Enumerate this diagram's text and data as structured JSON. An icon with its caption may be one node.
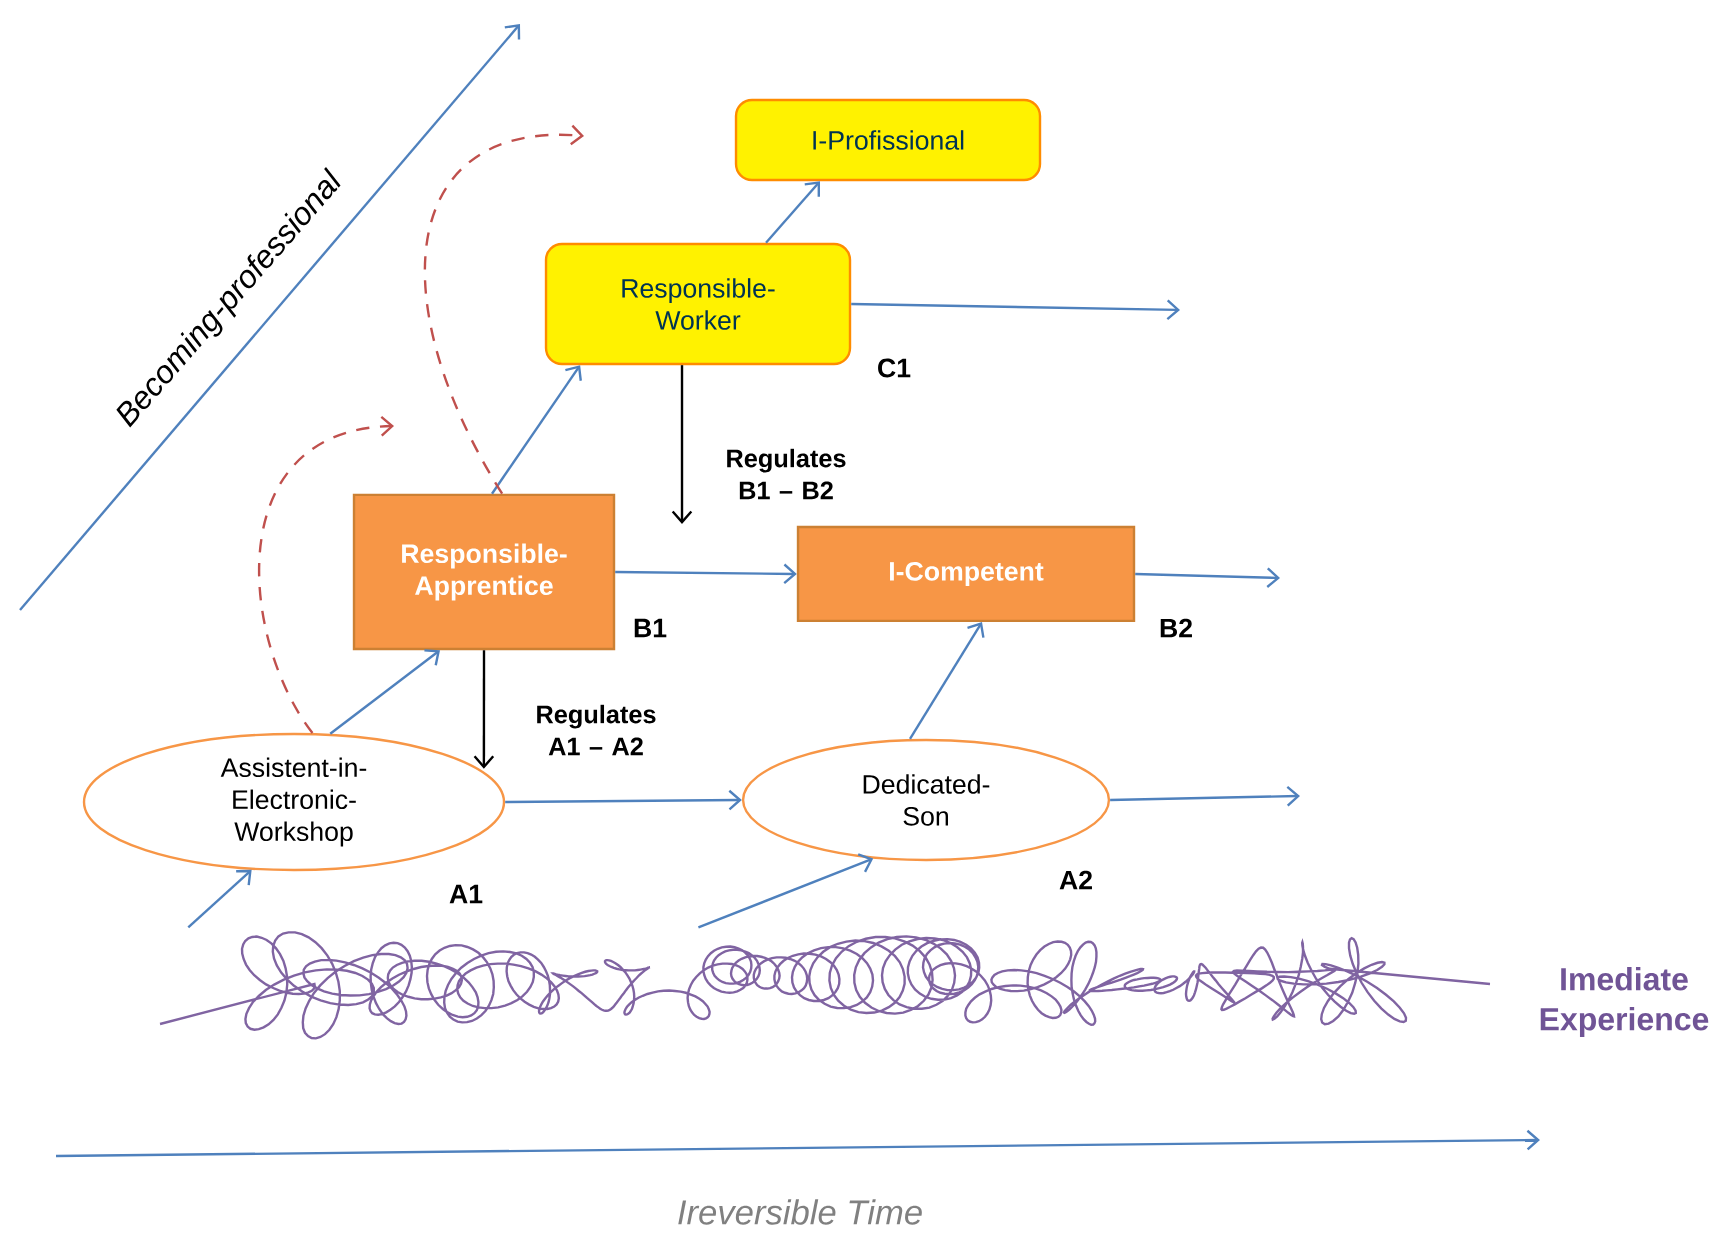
{
  "diagram": {
    "nodes": [
      {
        "text": [
          "I-Profissional"
        ]
      },
      {
        "text": [
          "Responsible-Worker"
        ],
        "beside": [
          "C1"
        ]
      },
      {
        "text": [
          "Responsible-Apprentice"
        ],
        "beside": [
          "B1"
        ]
      },
      {
        "text": [
          "I-Competent"
        ],
        "beside": [
          "B2"
        ]
      },
      {
        "text": [
          "Assistent-in-Electronic-Workshop"
        ],
        "beside": [
          "A1"
        ]
      },
      {
        "text": [
          "Dedicated-Son"
        ],
        "beside": [
          "A2"
        ]
      },
      {
        "text": [],
        "shape": "picture"
      }
    ],
    "edges": [
      {
        "from": 4,
        "to": 5,
        "arrow": "to"
      },
      {
        "from": 4,
        "to": 2,
        "arrow": "to"
      },
      {
        "from": 2,
        "to": 3,
        "arrow": "to"
      },
      {
        "from": 2,
        "to": 1,
        "arrow": "to"
      },
      {
        "from": 1,
        "to": 0,
        "arrow": "to"
      },
      {
        "from": 5,
        "to": 3,
        "arrow": "to"
      },
      {
        "from": 1,
        "to": null,
        "arrow": "to"
      },
      {
        "from": 3,
        "to": null,
        "arrow": "to"
      },
      {
        "from": 5,
        "to": null,
        "arrow": "to"
      },
      {
        "from": 6,
        "to": 4,
        "arrow": "to"
      },
      {
        "from": 6,
        "to": 5,
        "arrow": "to"
      },
      {
        "from": 1,
        "to": null,
        "arrow": "to",
        "label": "Regulates B1 – B2",
        "color": "#000000"
      },
      {
        "from": 2,
        "to": 4,
        "arrow": "to",
        "label": "Regulates A1 – A2",
        "color": "#000000"
      },
      {
        "from": 4,
        "to": null,
        "arrow": "to",
        "style": "dashed",
        "color": "#c0504d"
      },
      {
        "from": 2,
        "to": null,
        "arrow": "to",
        "style": "dashed",
        "color": "#c0504d"
      }
    ],
    "labels": [
      "Becoming-professional",
      "Imediate Experience",
      "Ireversible Time"
    ]
  }
}
